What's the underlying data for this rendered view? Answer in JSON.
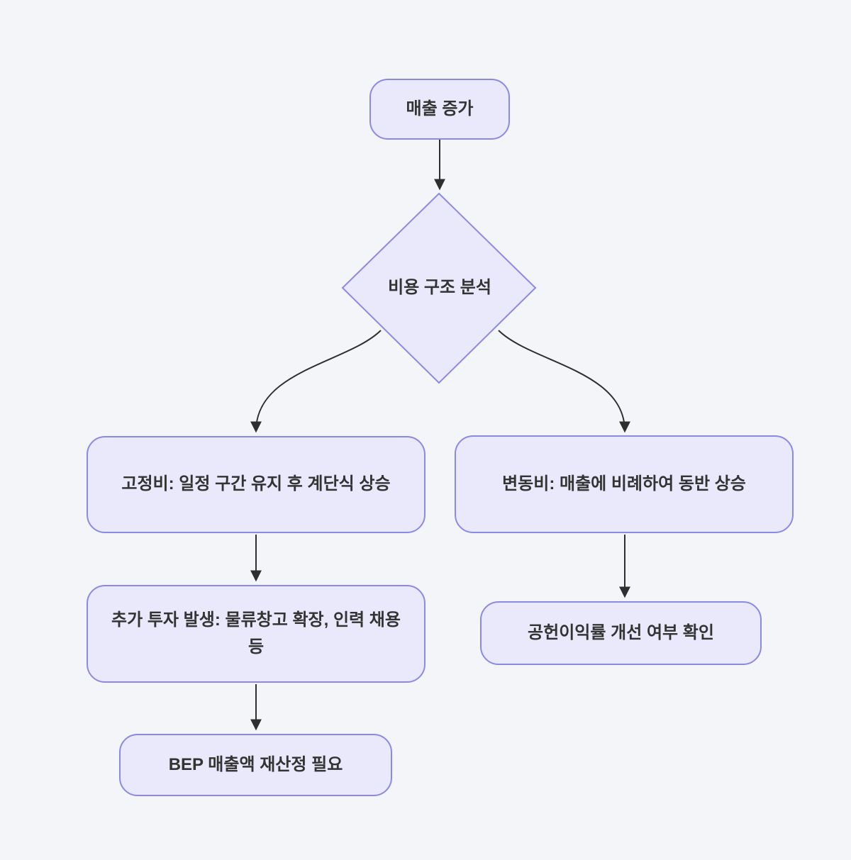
{
  "diagram": {
    "type": "flowchart",
    "direction": "top-down",
    "colors": {
      "background": "#f4f5f8",
      "node_fill": "#e9e9fb",
      "node_border": "#8c89e6",
      "edge": "#2f2f2f",
      "text": "#333333"
    },
    "nodes": {
      "sales_increase": {
        "shape": "rounded-rect",
        "label": "매출 증가"
      },
      "cost_structure_analysis": {
        "shape": "diamond",
        "label": "비용 구조 분석"
      },
      "fixed_cost": {
        "shape": "rounded-rect",
        "label": "고정비: 일정 구간 유지 후 계단식 상승"
      },
      "variable_cost": {
        "shape": "rounded-rect",
        "label": "변동비: 매출에 비례하여 동반 상승"
      },
      "additional_investment": {
        "shape": "rounded-rect",
        "label": "추가 투자 발생: 물류창고 확장, 인력 채용 등"
      },
      "bep_recalculation": {
        "shape": "rounded-rect",
        "label": "BEP 매출액 재산정 필요"
      },
      "contribution_margin": {
        "shape": "rounded-rect",
        "label": "공헌이익률 개선 여부 확인"
      }
    },
    "edges": [
      {
        "from": "sales_increase",
        "to": "cost_structure_analysis"
      },
      {
        "from": "cost_structure_analysis",
        "to": "fixed_cost"
      },
      {
        "from": "cost_structure_analysis",
        "to": "variable_cost"
      },
      {
        "from": "fixed_cost",
        "to": "additional_investment"
      },
      {
        "from": "additional_investment",
        "to": "bep_recalculation"
      },
      {
        "from": "variable_cost",
        "to": "contribution_margin"
      }
    ]
  }
}
